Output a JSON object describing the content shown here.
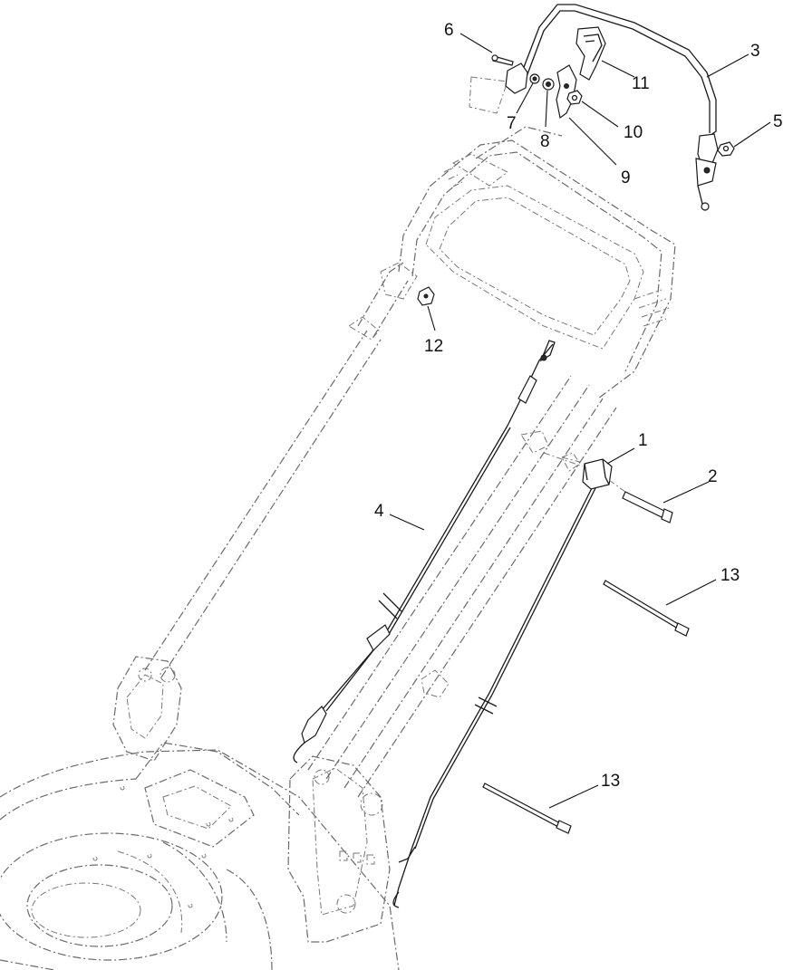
{
  "callouts": [
    {
      "id": "c1",
      "label": "1"
    },
    {
      "id": "c2",
      "label": "2"
    },
    {
      "id": "c3",
      "label": "3"
    },
    {
      "id": "c4",
      "label": "4"
    },
    {
      "id": "c5",
      "label": "5"
    },
    {
      "id": "c6",
      "label": "6"
    },
    {
      "id": "c7",
      "label": "7"
    },
    {
      "id": "c8",
      "label": "8"
    },
    {
      "id": "c9",
      "label": "9"
    },
    {
      "id": "c10",
      "label": "10"
    },
    {
      "id": "c11",
      "label": "11"
    },
    {
      "id": "c12",
      "label": "12"
    },
    {
      "id": "c13a",
      "label": "13"
    },
    {
      "id": "c13b",
      "label": "13"
    }
  ]
}
